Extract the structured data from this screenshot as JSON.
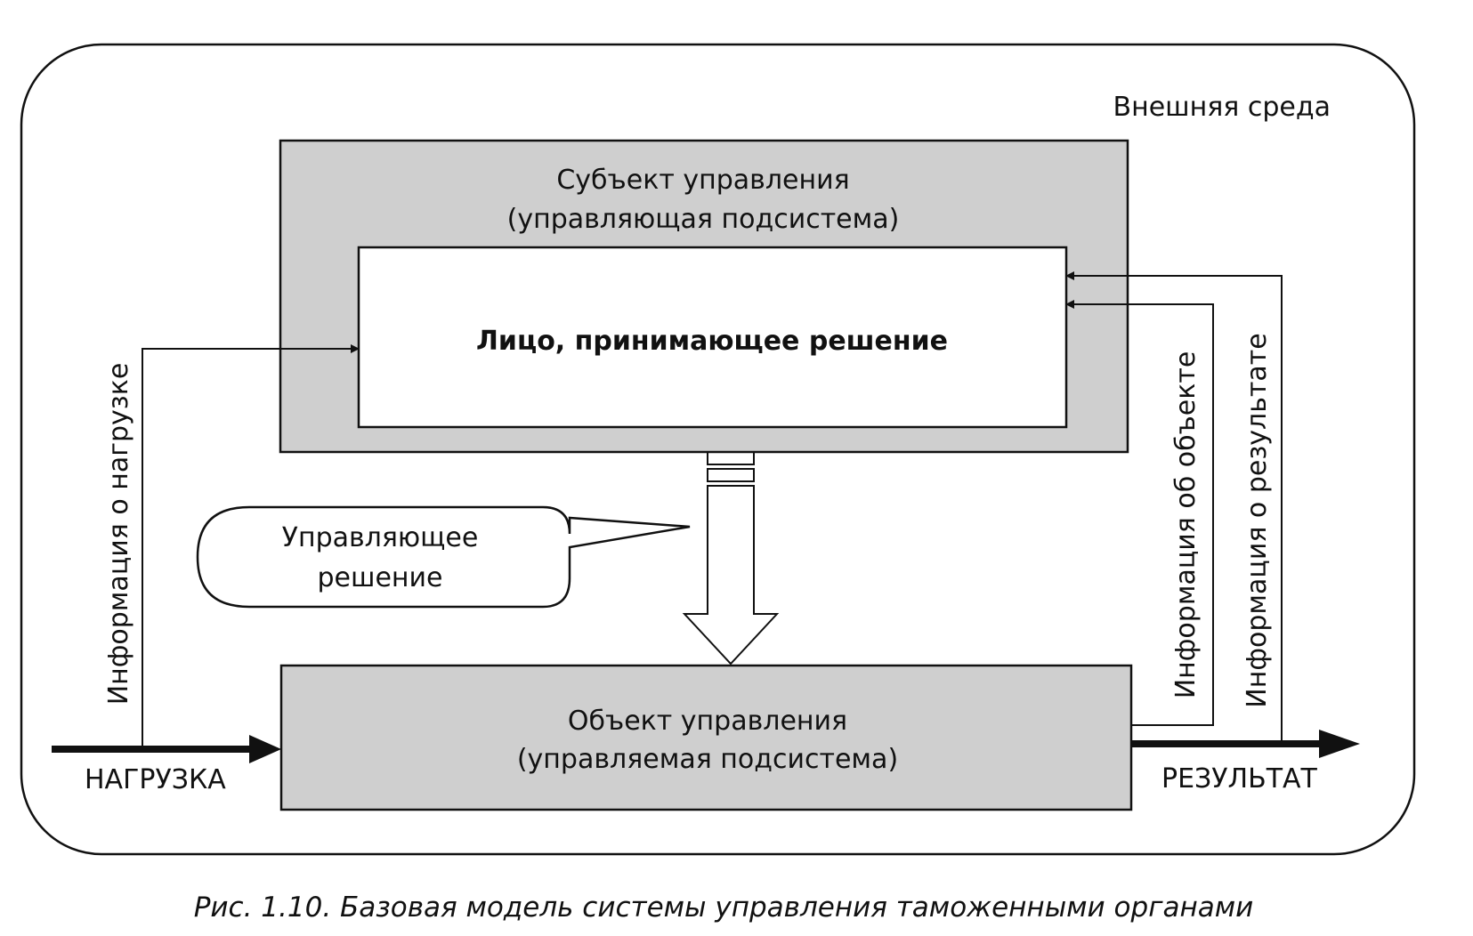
{
  "environment": {
    "label": "Внешняя среда"
  },
  "subject": {
    "title": "Субъект управления",
    "subtitle": "(управляющая подсистема)",
    "decision_maker": "Лицо, принимающее решение"
  },
  "object": {
    "title": "Объект управления",
    "subtitle": "(управляемая подсистема)"
  },
  "decision": {
    "line1": "Управляющее",
    "line2": "решение"
  },
  "flows": {
    "load_info": "Информация о нагрузке",
    "object_info": "Информация об объекте",
    "result_info": "Информация о результате",
    "load": "НАГРУЗКА",
    "result": "РЕЗУЛЬТАТ"
  },
  "caption": "Рис. 1.10. Базовая модель системы управления таможенными органами",
  "colors": {
    "box_fill": "#cfcfcf",
    "inner_fill": "#ffffff",
    "stroke": "#111111"
  }
}
